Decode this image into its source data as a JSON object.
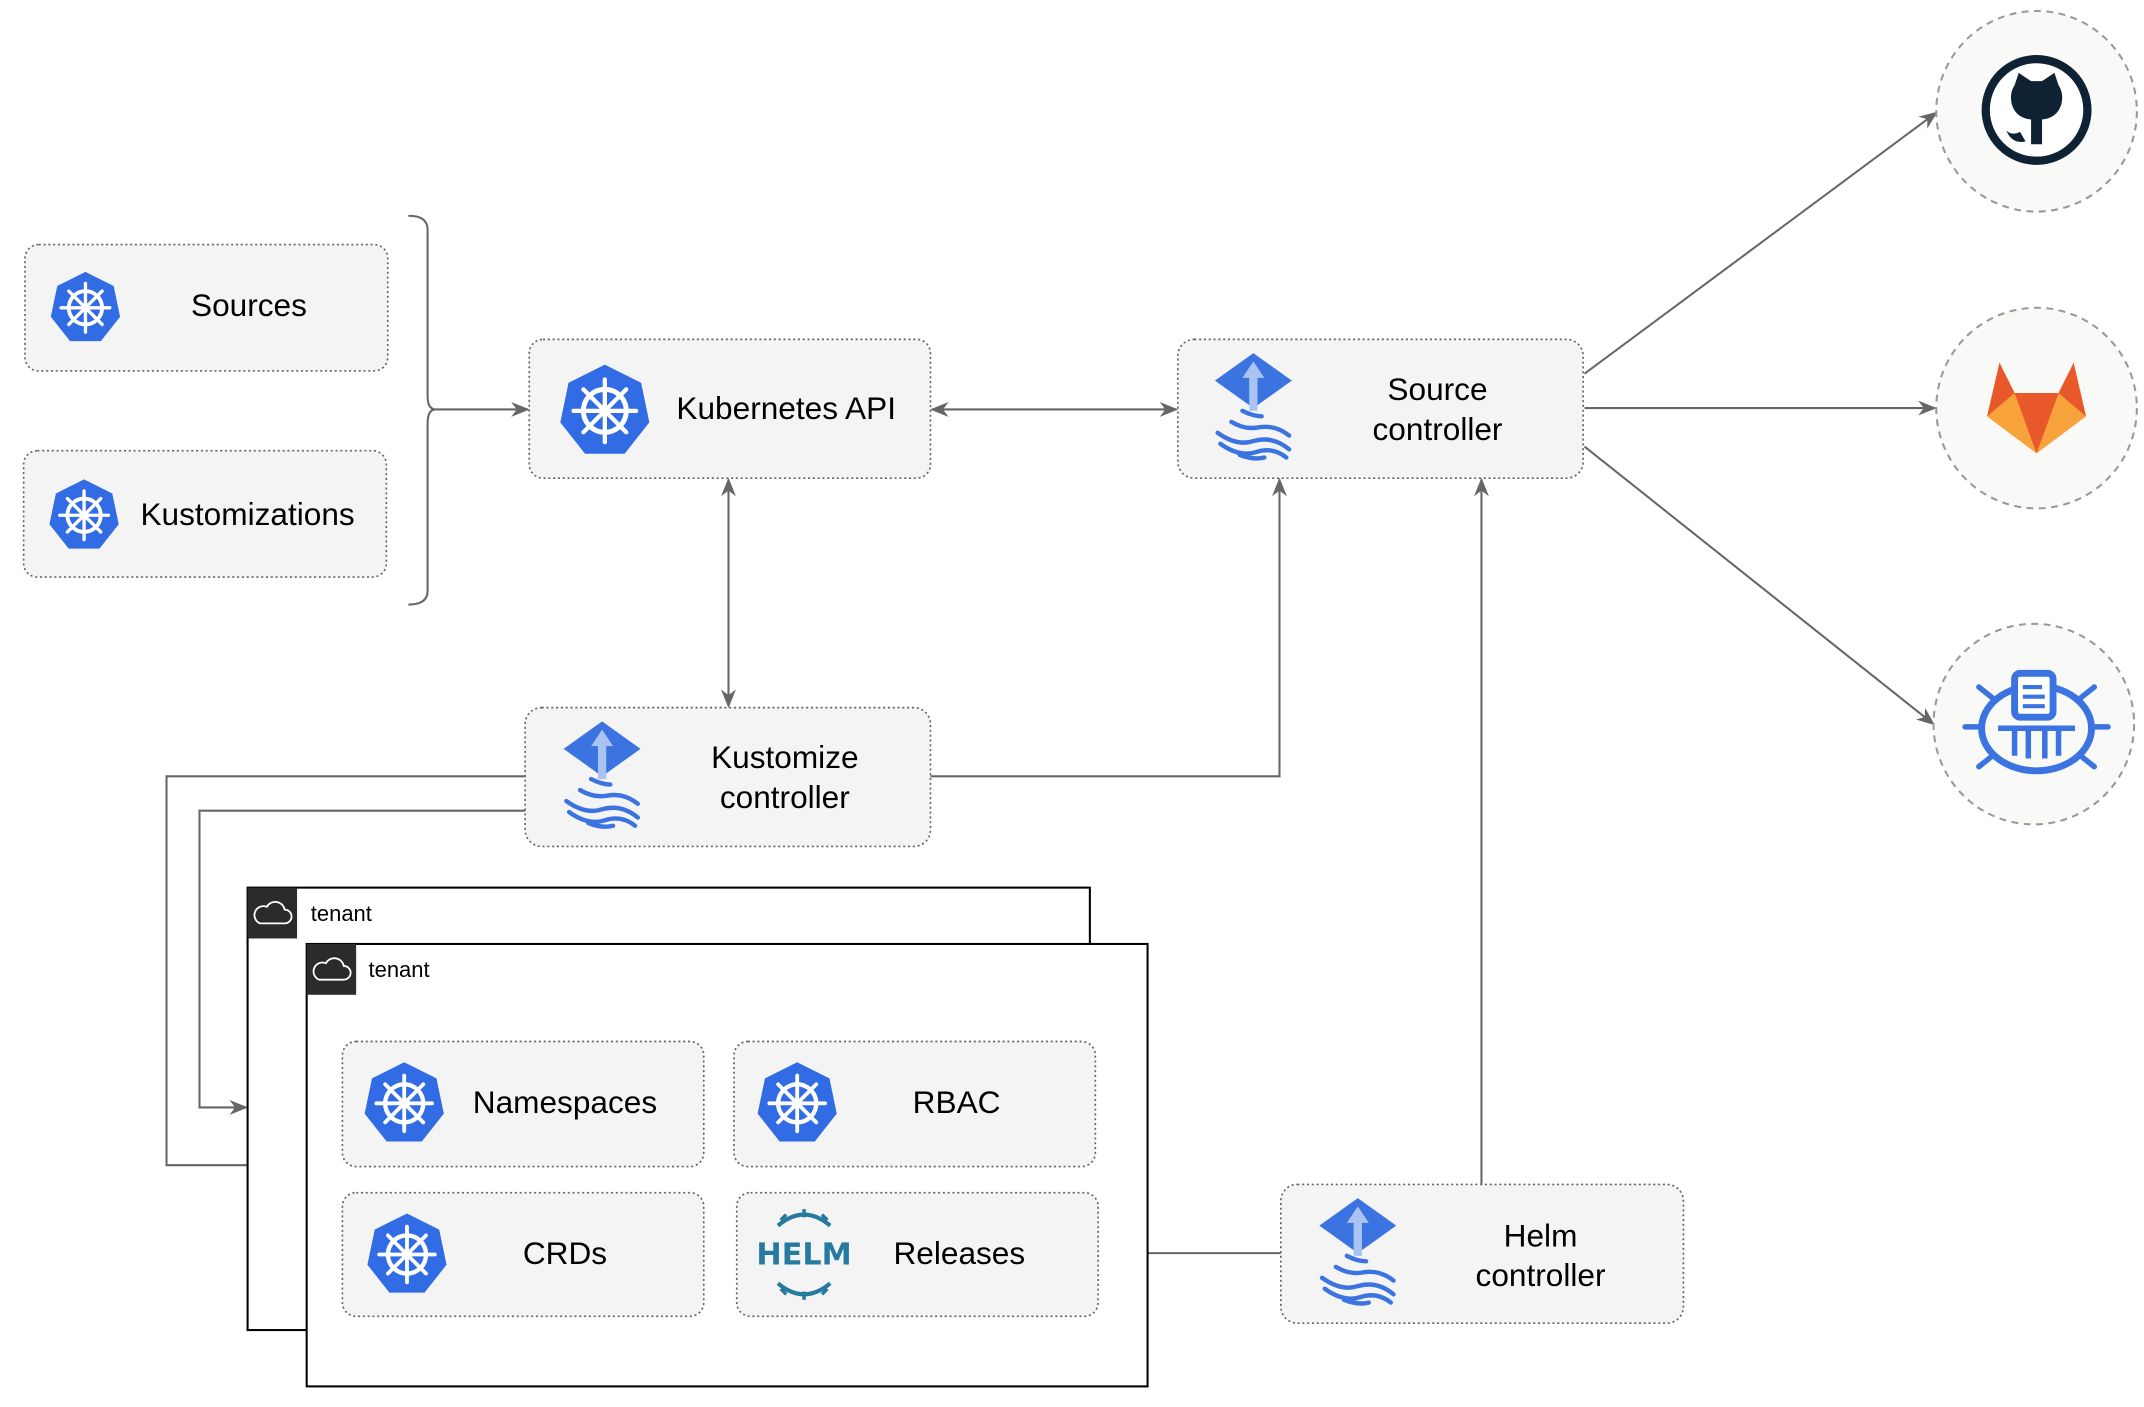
{
  "colors": {
    "kubernetes_blue": "#326ce5",
    "flux_blue": "#3b74e0",
    "helm_blue": "#277a9f",
    "github_dark": "#0f2233",
    "gitlab_orange": "#e8582a",
    "gitlab_yellow": "#f7a23a",
    "edge_gray": "#666666"
  },
  "resources": {
    "sources": "Sources",
    "kustomizations": "Kustomizations"
  },
  "kubernetes_api": "Kubernetes API",
  "source_controller": {
    "line1": "Source",
    "line2": "controller"
  },
  "kustomize_controller": {
    "line1": "Kustomize",
    "line2": "controller"
  },
  "helm_controller": {
    "line1": "Helm",
    "line2": "controller"
  },
  "tenants": [
    {
      "label": "tenant"
    },
    {
      "label": "tenant"
    }
  ],
  "tenant_items": {
    "namespaces": "Namespaces",
    "rbac": "RBAC",
    "crds": "CRDs",
    "releases": "Releases"
  },
  "helm_logo_text": "HELM",
  "external_sources": [
    {
      "icon": "github-icon"
    },
    {
      "icon": "gitlab-icon"
    },
    {
      "icon": "bucket-icon"
    }
  ]
}
